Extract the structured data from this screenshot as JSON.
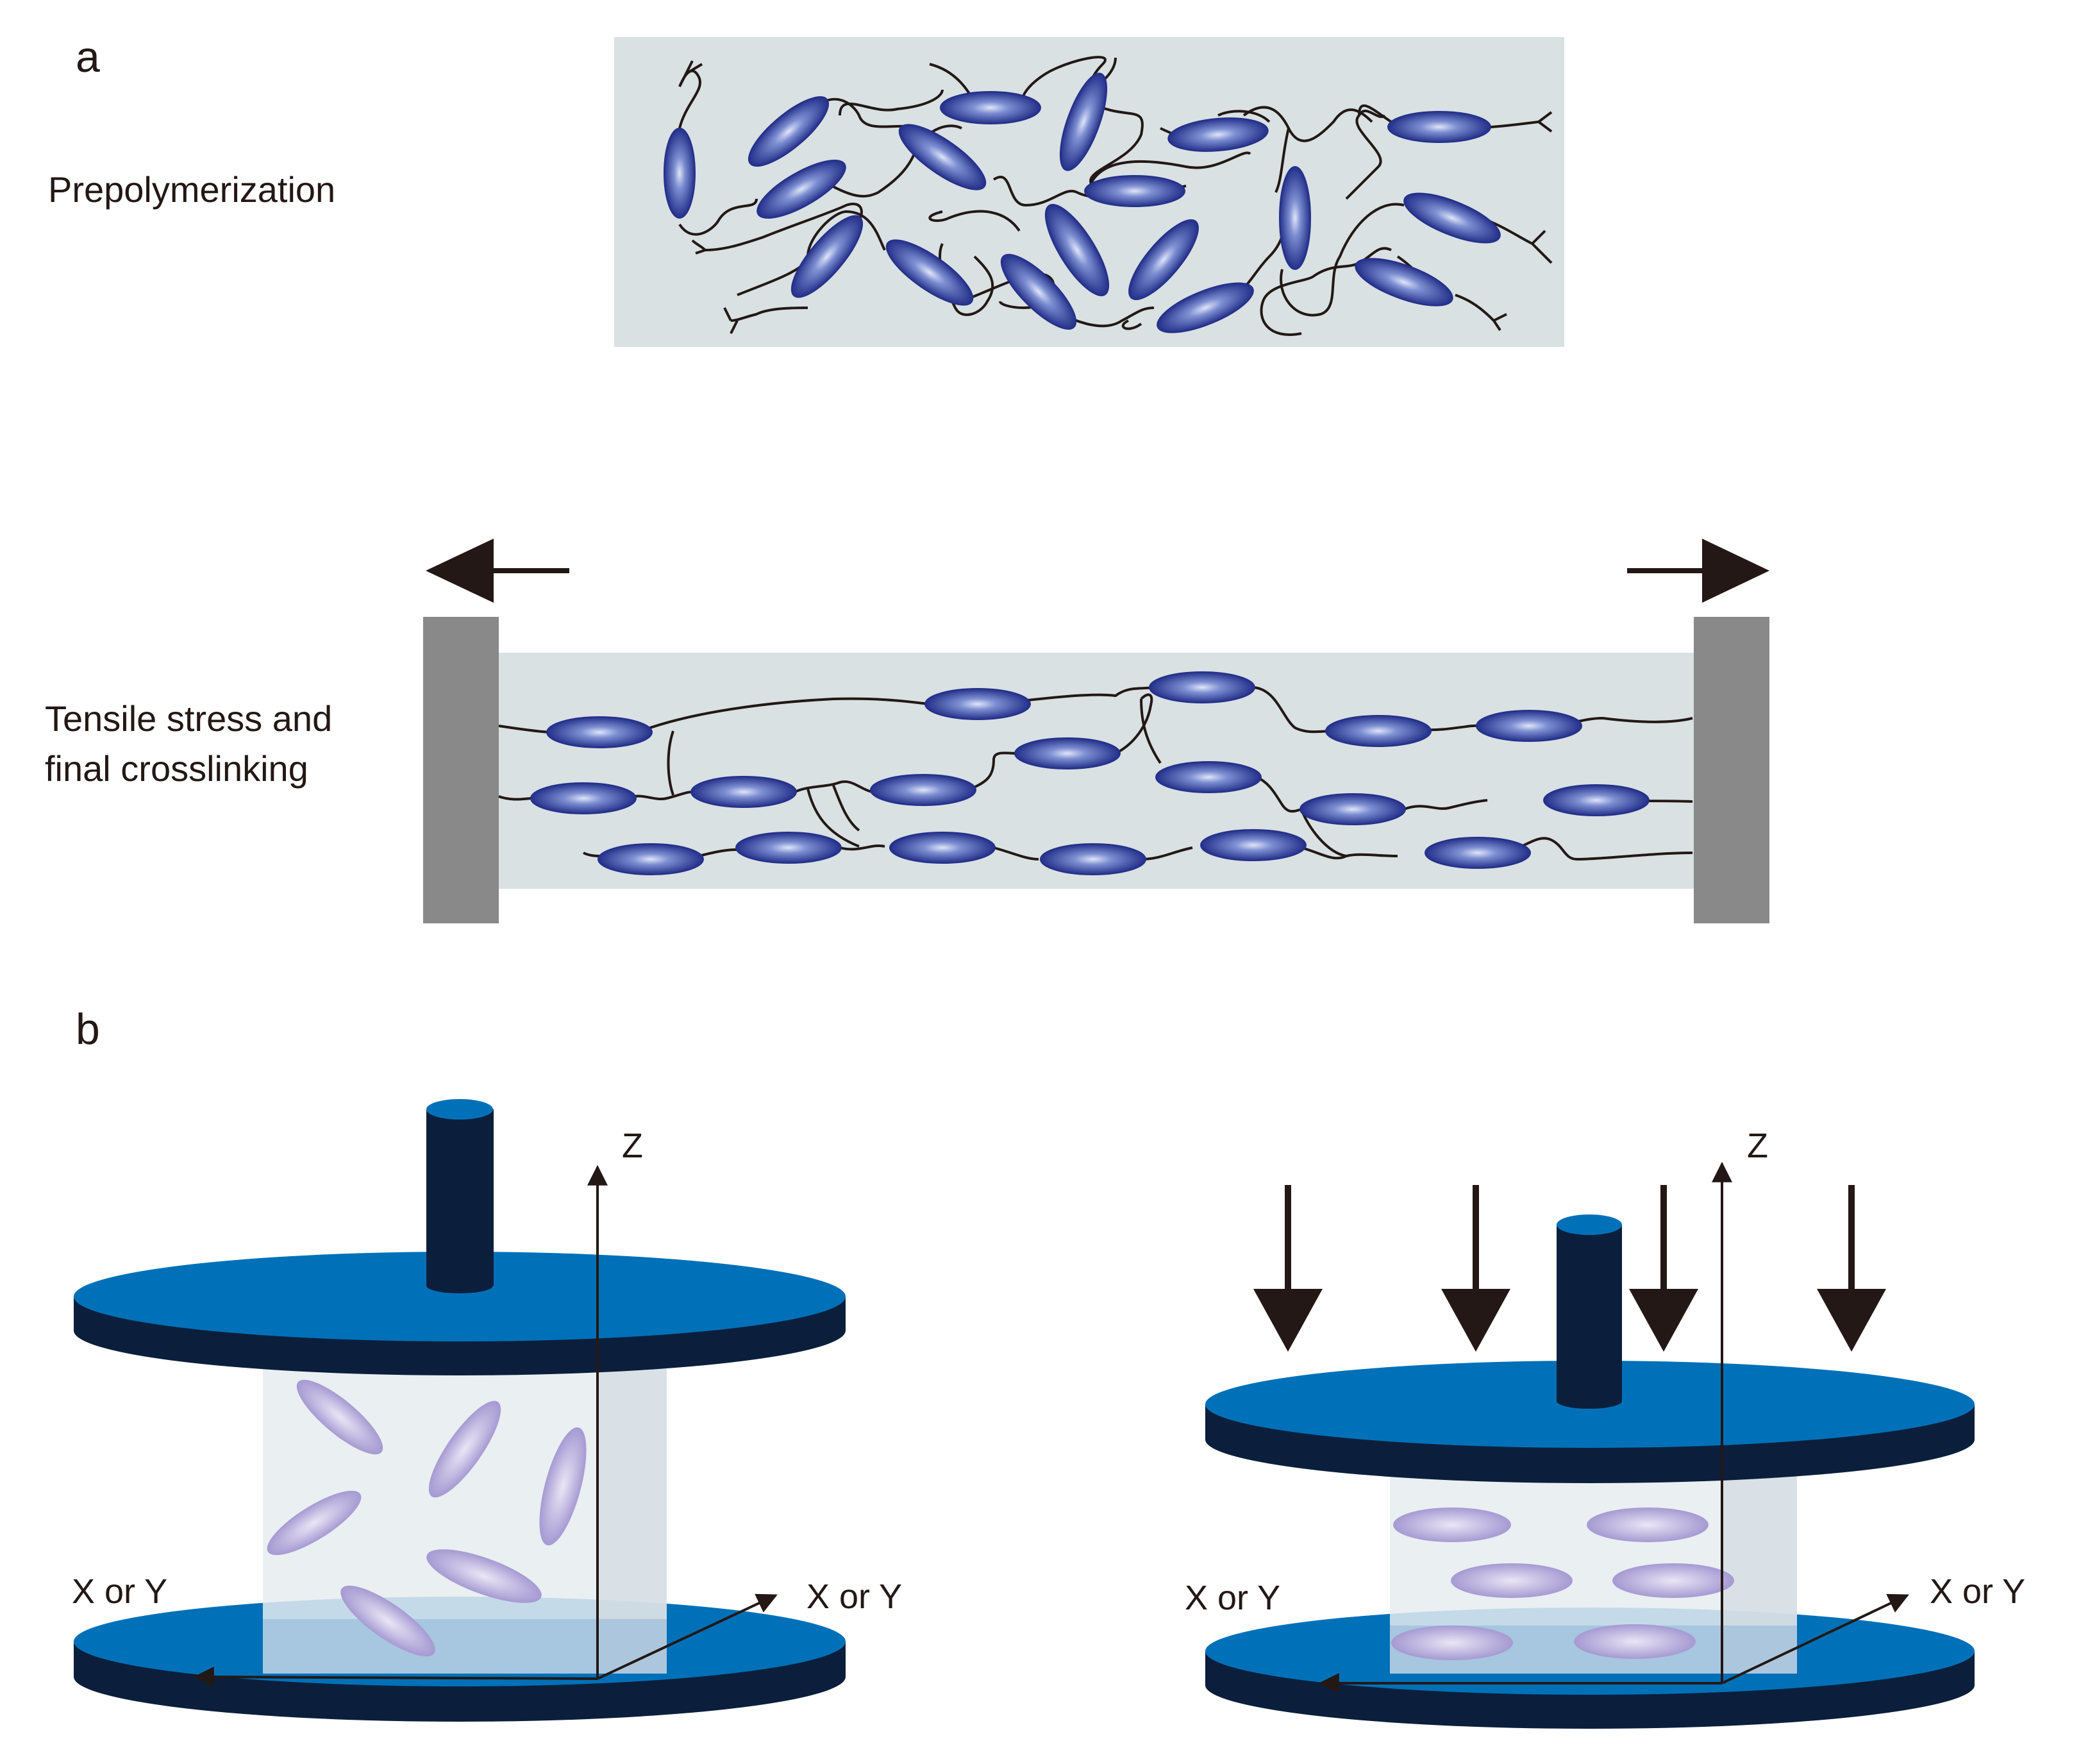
{
  "panel_a": {
    "label": "a",
    "step1_label": "Prepolymerization",
    "step2_label_line1": "Tensile stress and",
    "step2_label_line2": "final crosslinking"
  },
  "panel_b": {
    "label": "b",
    "left": {
      "z_label": "Z",
      "axis_left": "X or Y",
      "axis_right": "X or Y"
    },
    "right": {
      "z_label": "Z",
      "axis_left": "X or Y",
      "axis_right": "X or Y"
    }
  },
  "colors": {
    "mesogen": "#2a3590",
    "plate_top": "#0071b8",
    "plate_side": "#0b1f3c",
    "rod": "#0b1f3c",
    "box": "#d9e1e2",
    "clamp": "#898989"
  }
}
